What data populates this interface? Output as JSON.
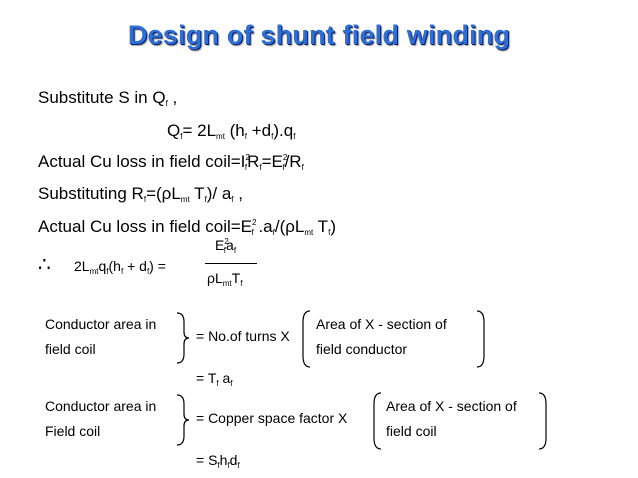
{
  "slide": {
    "title": "Design of shunt field winding",
    "lines": {
      "l1_text": "Substitute  S in Q",
      "l1_sub": "f",
      "l1_tail": " ,",
      "l2_a": "Q",
      "l2_a_sub": "f",
      "l2_b": "= 2L",
      "l2_b_sub": "mt",
      "l2_c": " (h",
      "l2_c_sub": "f",
      "l2_d": " +d",
      "l2_d_sub": "f",
      "l2_e": ").q",
      "l2_e_sub": "f",
      "l3_a": "Actual Cu loss in field coil=I",
      "l3_a_sub": "f",
      "l3_a_sup": "2",
      "l3_b": "R",
      "l3_b_sub": "f",
      "l3_c": "=E",
      "l3_c_sub": "f",
      "l3_c_sup": "2",
      "l3_d": "/R",
      "l3_d_sub": "f",
      "l4_a": "Substituting R",
      "l4_a_sub": "f",
      "l4_b": "=(ρL",
      "l4_b_sub": "mt",
      "l4_c": " T",
      "l4_c_sub": "f",
      "l4_d": ")/ a",
      "l4_d_sub": "f",
      "l4_e": " ,",
      "l5_a": "Actual Cu loss in field coil=E",
      "l5_a_sub": "f",
      "l5_a_sup": "2",
      "l5_b": " .a",
      "l5_b_sub": "f",
      "l5_c": "/(ρL",
      "l5_c_sub": "mt",
      "l5_d": " T",
      "l5_d_sub": "f",
      "l5_e": ")"
    },
    "equation": {
      "therefore": "∴",
      "lhs_a": "2L",
      "lhs_a_sub": "mt",
      "lhs_b": "q",
      "lhs_b_sub": "f",
      "lhs_c": "(h",
      "lhs_c_sub": "f",
      "lhs_d": " + d",
      "lhs_d_sub": "f",
      "lhs_e": ") =",
      "num_a": "E",
      "num_a_sup": "2",
      "num_a_sub": "f",
      "num_b": "a",
      "num_b_sub": "f",
      "den_a": "ρL",
      "den_a_sub": "mt",
      "den_b": "T",
      "den_b_sub": "f"
    },
    "block1": {
      "left_line1": "Conductor area in",
      "left_line2": "field coil",
      "middle": "= No.of turns X",
      "right_line1": "Area of X - section of",
      "right_line2": "field conductor",
      "result_a": "= T",
      "result_a_sub": "f",
      "result_b": " a",
      "result_b_sub": "f"
    },
    "block2": {
      "left_line1": "Conductor area in",
      "left_line2": "Field coil",
      "middle": "= Copper space factor X",
      "right_line1": "Area of X - section of",
      "right_line2": "field coil",
      "result_a": "= S",
      "result_a_sub": "f",
      "result_b": "h",
      "result_b_sub": "f",
      "result_c": "d",
      "result_c_sub": "f"
    }
  }
}
